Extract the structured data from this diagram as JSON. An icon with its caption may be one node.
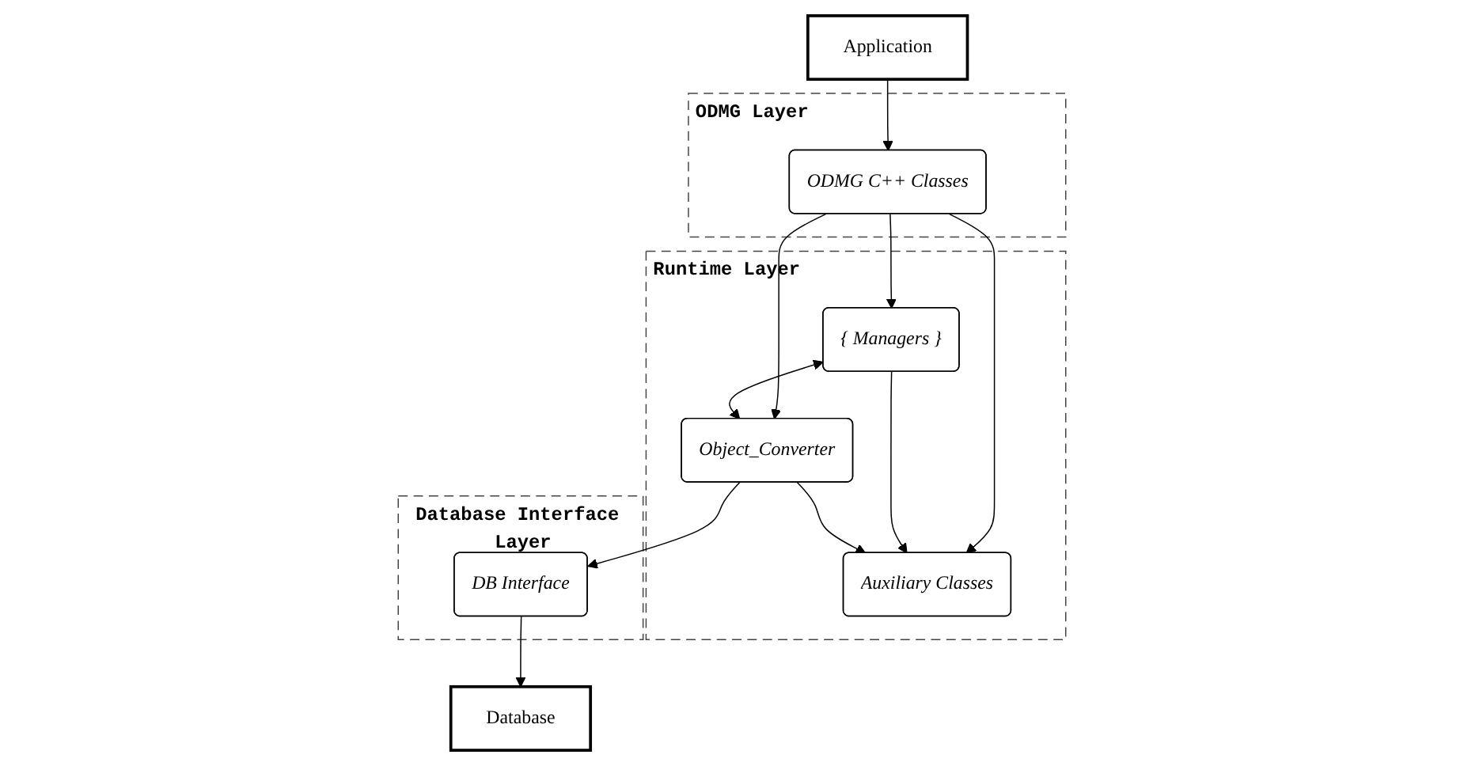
{
  "diagram": {
    "nodes": [
      {
        "text": [
          "Application"
        ]
      },
      {
        "text": [
          "ODMG Layer"
        ]
      },
      {
        "text": [
          "ODMG C++ Classes"
        ],
        "in": 1
      },
      {
        "text": [
          "Runtime Layer"
        ]
      },
      {
        "text": [
          "{ Managers }"
        ],
        "in": 3
      },
      {
        "text": [
          "Auxiliary Classes"
        ],
        "in": 3
      },
      {
        "text": [
          "Object_Converter"
        ],
        "in": 3
      },
      {
        "text": [
          "Database Interface Layer"
        ]
      },
      {
        "text": [
          "DB Interface"
        ],
        "in": 7
      },
      {
        "text": [
          "Database"
        ]
      }
    ],
    "edges": [
      {
        "from": 0,
        "to": 2,
        "arrow": "to"
      },
      {
        "from": 2,
        "to": 4,
        "arrow": "to"
      },
      {
        "from": 2,
        "to": 6,
        "arrow": "to"
      },
      {
        "from": 2,
        "to": 5,
        "arrow": "to"
      },
      {
        "from": 4,
        "to": 6,
        "arrow": "both"
      },
      {
        "from": 4,
        "to": 5,
        "arrow": "to"
      },
      {
        "from": 6,
        "to": 5,
        "arrow": "to"
      },
      {
        "from": 6,
        "to": 8,
        "arrow": "to"
      },
      {
        "from": 8,
        "to": 9,
        "arrow": "to"
      }
    ]
  }
}
